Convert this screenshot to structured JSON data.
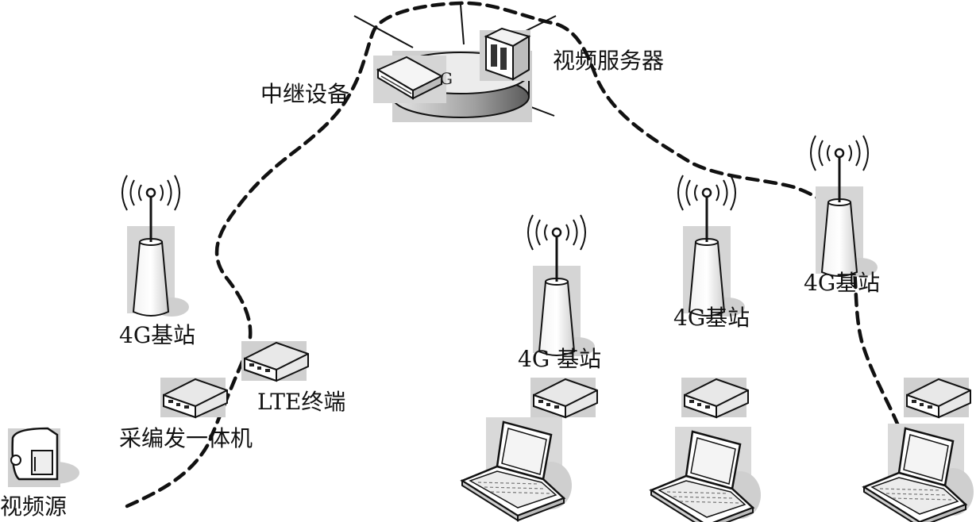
{
  "labels": {
    "relay": "中继设备",
    "server": "视频服务器",
    "bs_left": "4G基站",
    "bs_mid": "4G 基站",
    "bs_mid2": "4G基站",
    "bs_right": "4G基站",
    "lte": "LTE终端",
    "encoder": "采编发一体机",
    "source": "视频源"
  },
  "colors": {
    "line": "#111111",
    "device_fill": "#d9d9d9",
    "shadow": "#bdbdbd"
  },
  "icons": {
    "relay": "relay-device-icon",
    "server": "server-tower-icon",
    "base_station": "antenna-tower-icon",
    "terminal": "network-box-icon",
    "laptop": "laptop-icon",
    "camera": "video-camera-icon"
  }
}
